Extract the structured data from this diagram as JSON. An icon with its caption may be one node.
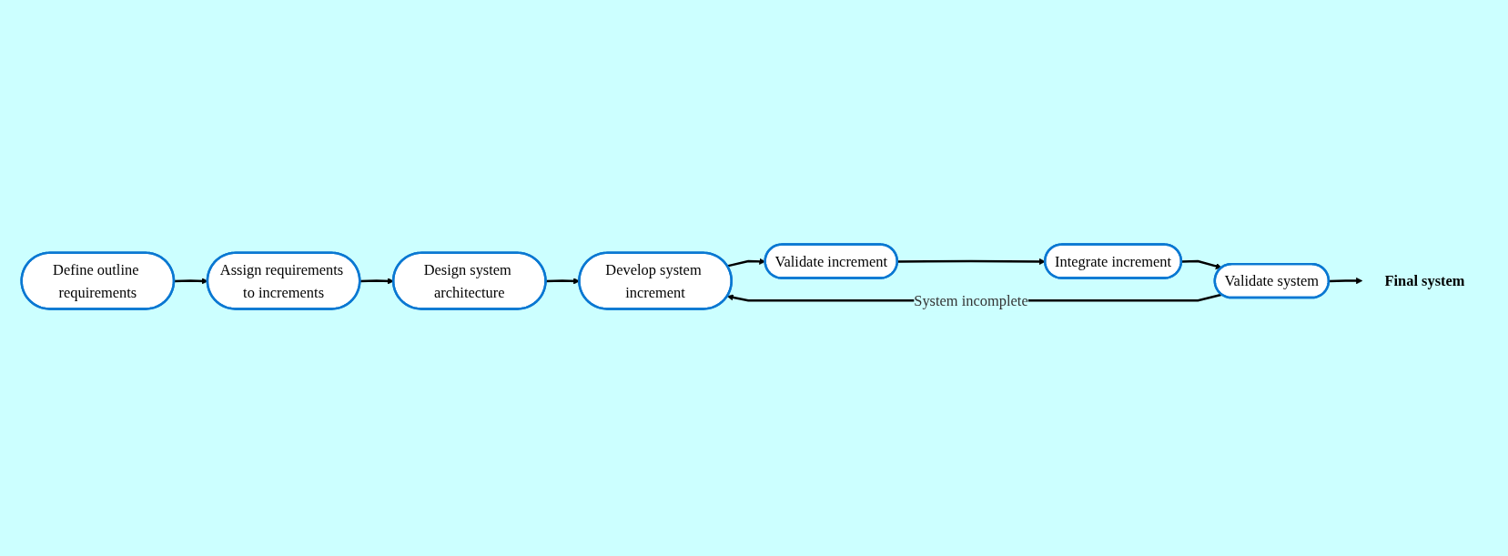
{
  "diagram": {
    "nodes": [
      {
        "text": [
          "Define outline requirements"
        ]
      },
      {
        "text": [
          "Assign requirements to increments"
        ]
      },
      {
        "text": [
          "Design system architecture"
        ]
      },
      {
        "text": [
          "Develop system increment"
        ]
      },
      {
        "text": [
          "Validate increment"
        ]
      },
      {
        "text": [
          "Integrate increment"
        ]
      },
      {
        "text": [
          "Validate system"
        ]
      },
      {
        "text": [
          "Final system"
        ]
      }
    ],
    "edges": [
      {
        "from": 0,
        "to": 1,
        "arrow": "to"
      },
      {
        "from": 1,
        "to": 2,
        "arrow": "to"
      },
      {
        "from": 2,
        "to": 3,
        "arrow": "to"
      },
      {
        "from": 3,
        "to": 4,
        "arrow": "to"
      },
      {
        "from": 4,
        "to": 5,
        "arrow": "to"
      },
      {
        "from": 5,
        "to": 6,
        "arrow": "to"
      },
      {
        "from": 6,
        "to": 7,
        "arrow": "to"
      },
      {
        "from": 6,
        "to": 3,
        "arrow": "to",
        "label": "System incomplete"
      }
    ]
  }
}
